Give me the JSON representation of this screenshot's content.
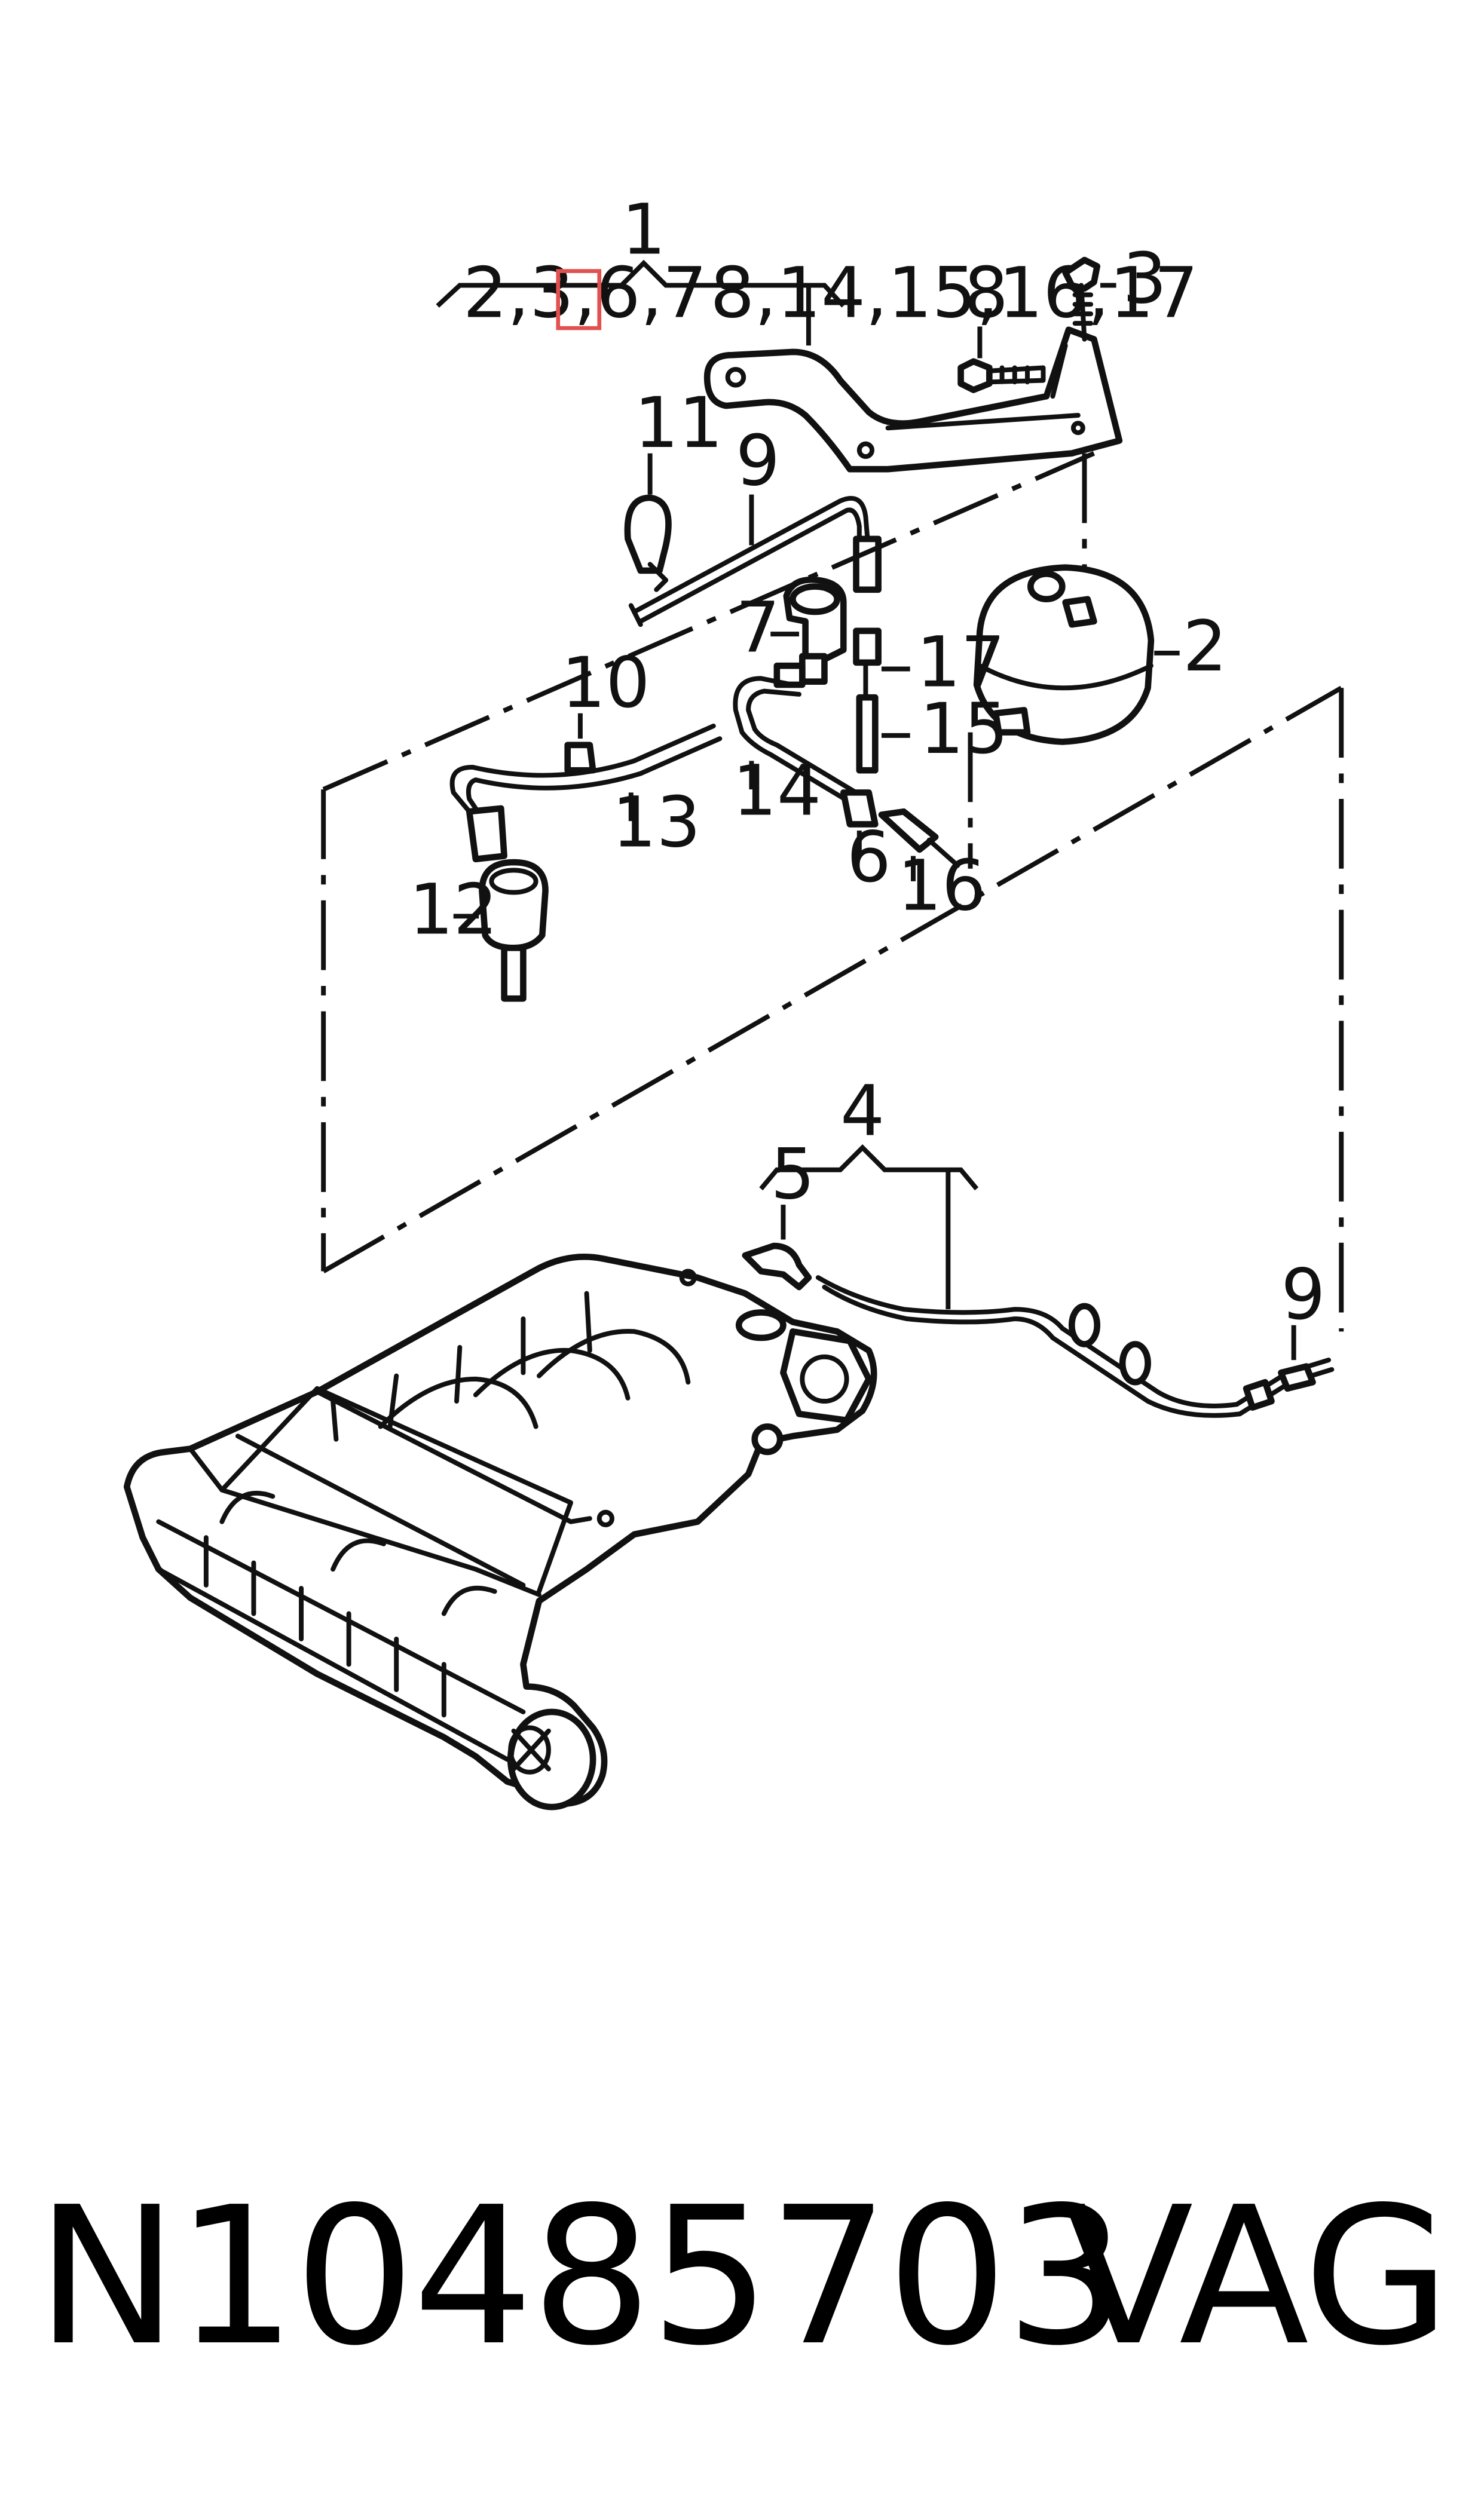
{
  "diagram": {
    "group_label_top": "1",
    "group_items_top": [
      "2,3,6,7",
      "8",
      ",14,15,16,17"
    ],
    "highlighted_item": "8",
    "group_label_bottom": "4",
    "callouts": {
      "c2": "2",
      "c3": "3",
      "c5": "5",
      "c6": "6",
      "c7": "7",
      "c8": "8",
      "c9a": "9",
      "c9b": "9",
      "c10": "10",
      "c11": "11",
      "c12": "12",
      "c13": "13",
      "c14": "14",
      "c15": "15",
      "c16": "16",
      "c17": "17"
    },
    "highlight_color": "#e35050"
  },
  "footer": {
    "part_number": "N10485703",
    "brand": "VAG"
  }
}
